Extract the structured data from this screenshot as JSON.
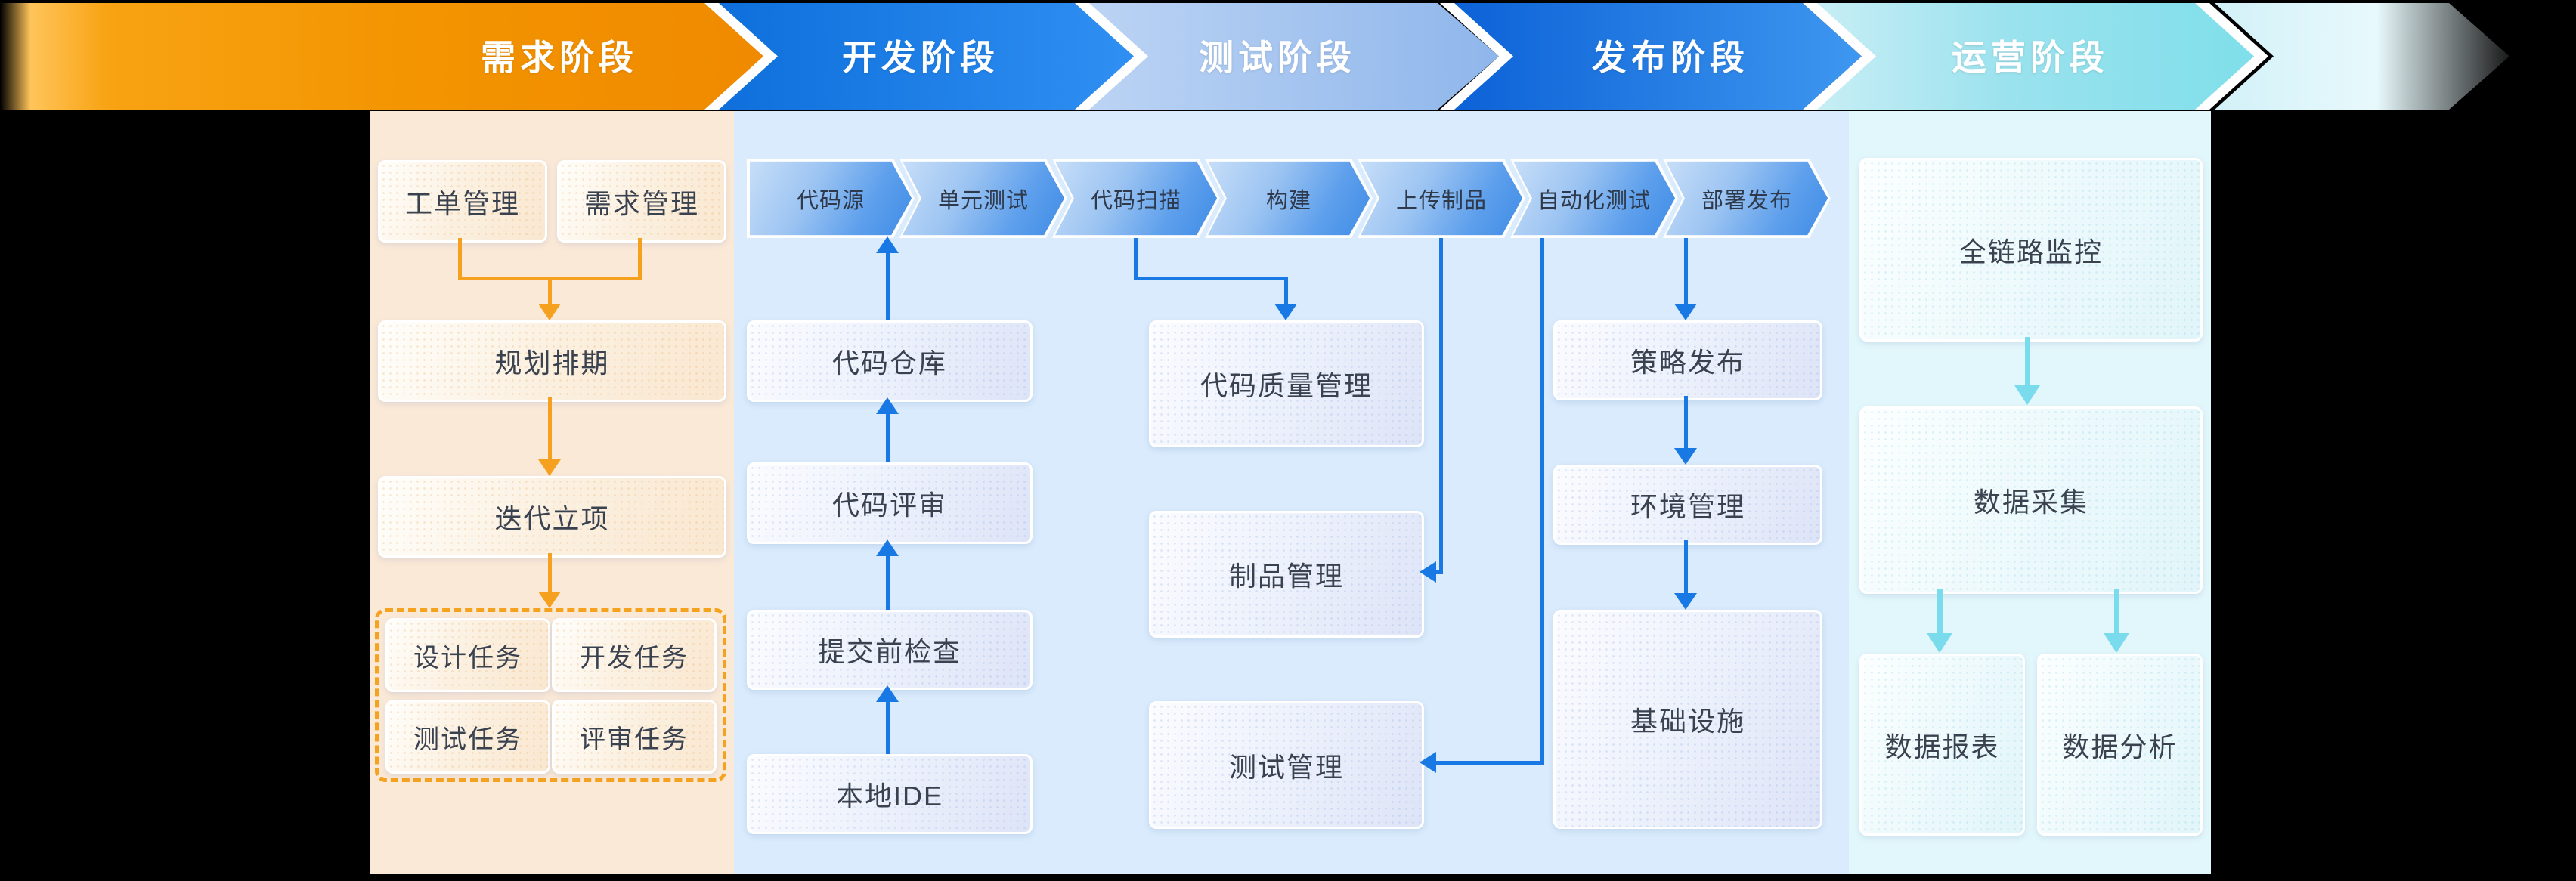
{
  "stages": [
    {
      "label": "需求阶段",
      "color_from": "#FFC45A",
      "color_to": "#F08A00"
    },
    {
      "label": "开发阶段",
      "color_from": "#0E6FDC",
      "color_to": "#2F8FF2"
    },
    {
      "label": "测试阶段",
      "color_from": "#BCD4F4",
      "color_to": "#8FB6EB"
    },
    {
      "label": "发布阶段",
      "color_from": "#0B61D6",
      "color_to": "#3E97F0"
    },
    {
      "label": "运营阶段",
      "color_from": "#C9EEF5",
      "color_to": "#7FDFEA"
    }
  ],
  "requirement": {
    "boxes": [
      {
        "label": "工单管理"
      },
      {
        "label": "需求管理"
      },
      {
        "label": "规划排期"
      },
      {
        "label": "迭代立项"
      }
    ],
    "tasks": [
      {
        "label": "设计任务"
      },
      {
        "label": "开发任务"
      },
      {
        "label": "测试任务"
      },
      {
        "label": "评审任务"
      }
    ]
  },
  "development": {
    "pipeline": [
      {
        "label": "代码源"
      },
      {
        "label": "单元测试"
      },
      {
        "label": "代码扫描"
      },
      {
        "label": "构建"
      },
      {
        "label": "上传制品"
      },
      {
        "label": "自动化测试"
      },
      {
        "label": "部署发布"
      }
    ],
    "boxes": [
      {
        "label": "代码仓库"
      },
      {
        "label": "代码评审"
      },
      {
        "label": "提交前检查"
      },
      {
        "label": "本地IDE"
      }
    ]
  },
  "testing": {
    "boxes": [
      {
        "label": "代码质量管理"
      },
      {
        "label": "制品管理"
      },
      {
        "label": "测试管理"
      }
    ]
  },
  "release": {
    "boxes": [
      {
        "label": "策略发布"
      },
      {
        "label": "环境管理"
      },
      {
        "label": "基础设施"
      }
    ]
  },
  "operations": {
    "boxes": [
      {
        "label": "全链路监控"
      },
      {
        "label": "数据采集"
      },
      {
        "label": "数据报表"
      },
      {
        "label": "数据分析"
      }
    ]
  },
  "colors": {
    "requirement_accent": "#F5A01E",
    "pipeline_accent": "#1878E4",
    "operations_accent": "#79DBEB",
    "requirement_bg": "#FBE9D7",
    "pipeline_bg": "#D9EBFC",
    "operations_bg": "#E2F7FB"
  }
}
